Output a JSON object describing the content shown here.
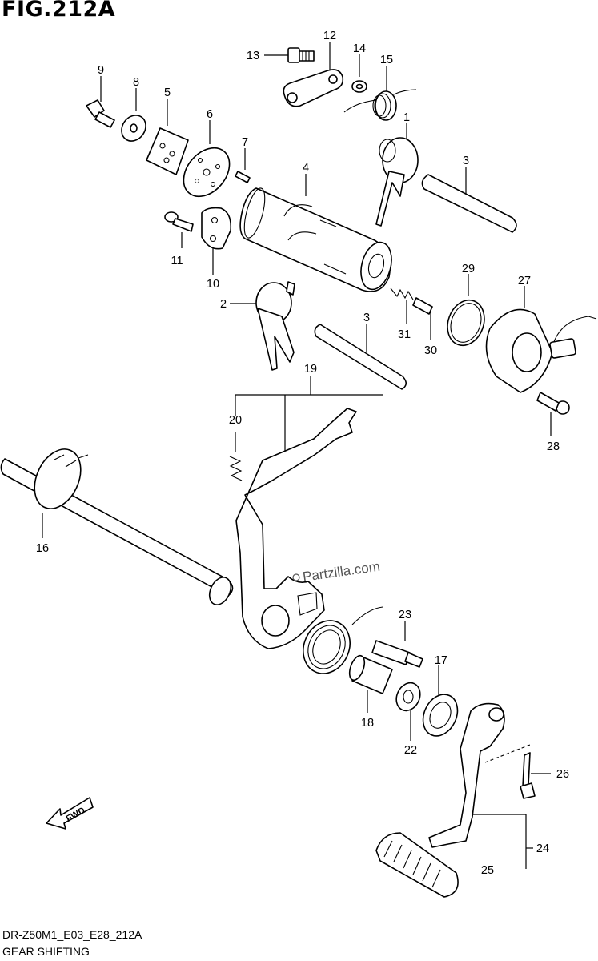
{
  "header": {
    "figure_title": "FIG.212A"
  },
  "footer": {
    "diagram_code": "DR-Z50M1_E03_E28_212A",
    "section_name": "GEAR SHIFTING"
  },
  "watermark": {
    "text": "Partzilla.com"
  },
  "direction_marker": {
    "text": "FWD"
  },
  "callouts": [
    "1",
    "2",
    "3",
    "3",
    "4",
    "5",
    "6",
    "7",
    "8",
    "9",
    "10",
    "11",
    "12",
    "13",
    "14",
    "15",
    "16",
    "17",
    "18",
    "19",
    "20",
    "22",
    "23",
    "24",
    "25",
    "26",
    "27",
    "28",
    "29",
    "30",
    "31"
  ]
}
